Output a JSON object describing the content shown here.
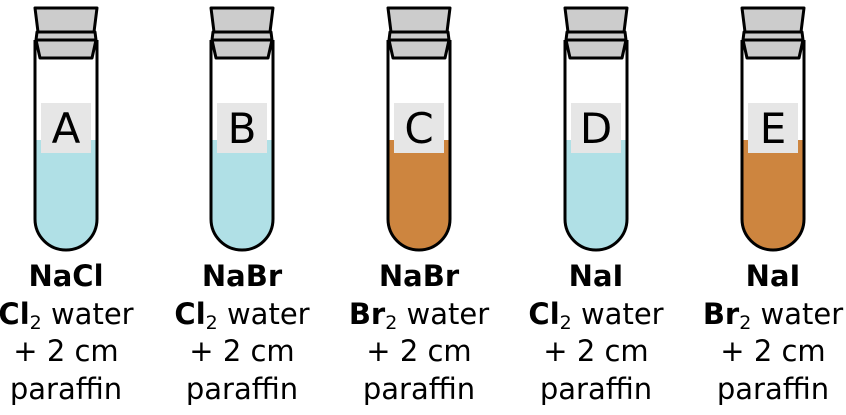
{
  "colors": {
    "chlorine_water": "#b0e0e6",
    "bromine_water": "#cd853f",
    "stopper": "#cccccc",
    "label_background": "#e6e6e6",
    "outline": "#000000"
  },
  "tubes": [
    {
      "label": "A",
      "salt": "NaCl",
      "reagent_element": "Cl",
      "reagent_subscript": "2",
      "reagent_word": "water",
      "additive": "+ 2 cm",
      "layer": "paraffin",
      "liquid": "chlorine_water"
    },
    {
      "label": "B",
      "salt": "NaBr",
      "reagent_element": "Cl",
      "reagent_subscript": "2",
      "reagent_word": "water",
      "additive": "+ 2 cm",
      "layer": "paraffin",
      "liquid": "chlorine_water"
    },
    {
      "label": "C",
      "salt": "NaBr",
      "reagent_element": "Br",
      "reagent_subscript": "2",
      "reagent_word": "water",
      "additive": "+ 2 cm",
      "layer": "paraffin",
      "liquid": "bromine_water"
    },
    {
      "label": "D",
      "salt": "NaI",
      "reagent_element": "Cl",
      "reagent_subscript": "2",
      "reagent_word": "water",
      "additive": "+ 2 cm",
      "layer": "paraffin",
      "liquid": "chlorine_water"
    },
    {
      "label": "E",
      "salt": "NaI",
      "reagent_element": "Br",
      "reagent_subscript": "2",
      "reagent_word": "water",
      "additive": "+ 2 cm",
      "layer": "paraffin",
      "liquid": "bromine_water"
    }
  ]
}
